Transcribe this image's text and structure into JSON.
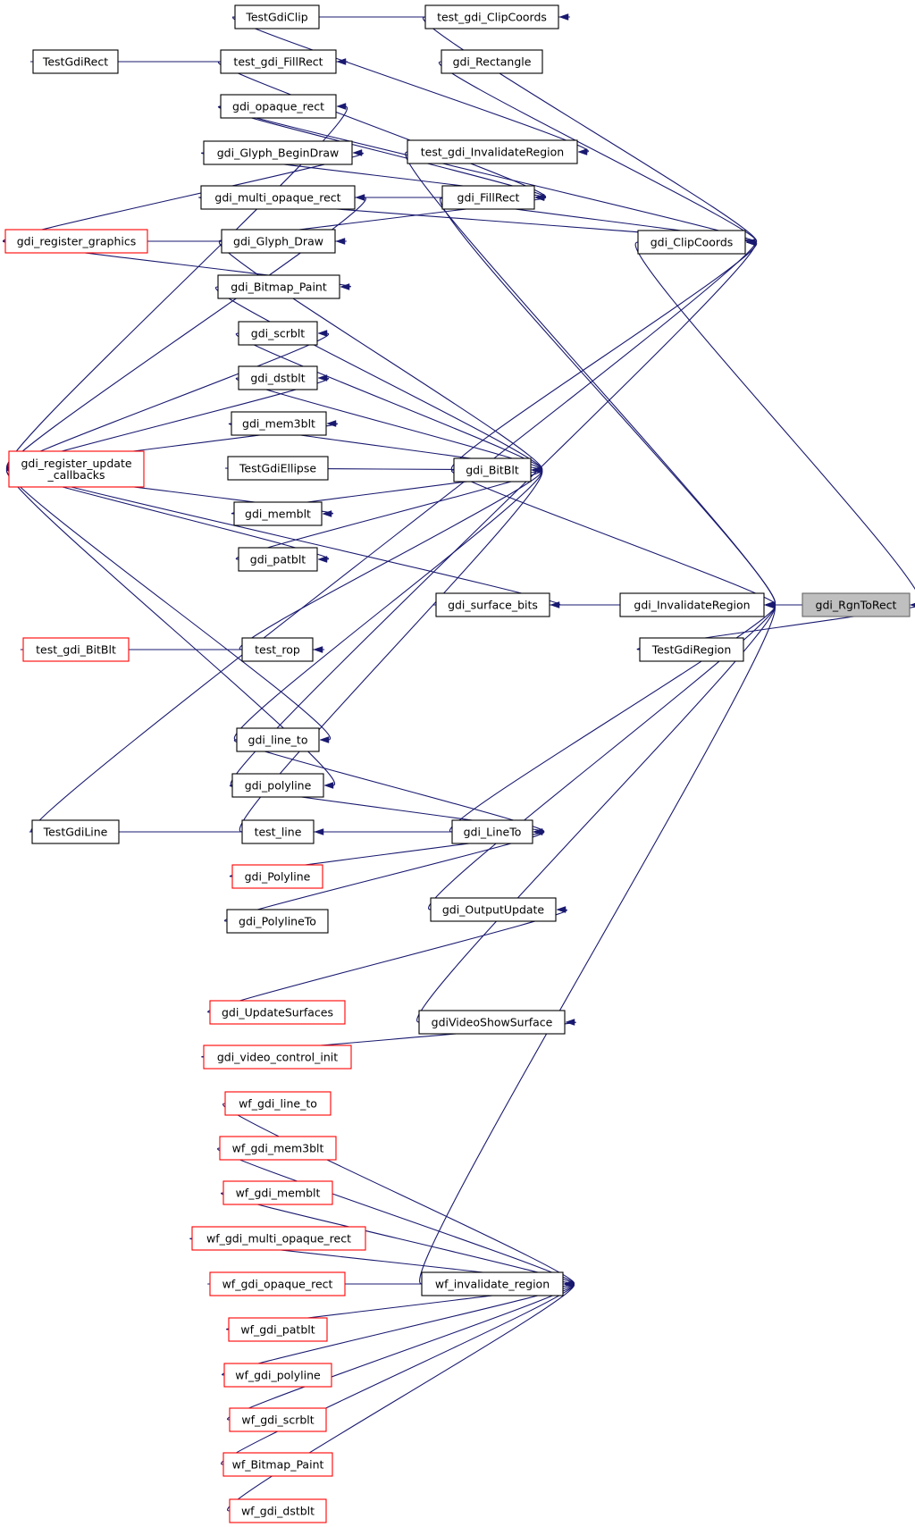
{
  "graph": {
    "title": "",
    "colors": {
      "edge": "#191970",
      "node_border": "#000000",
      "truncated_border": "#ff0000",
      "root_fill": "#bfbfbf"
    },
    "nodes": [
      {
        "id": "gdi_RgnToRect",
        "lines": [
          "gdi_RgnToRect"
        ],
        "style": "root"
      },
      {
        "id": "gdi_InvalidateRegion",
        "lines": [
          "gdi_InvalidateRegion"
        ],
        "style": "normal"
      },
      {
        "id": "TestGdiRegion",
        "lines": [
          "TestGdiRegion"
        ],
        "style": "normal"
      },
      {
        "id": "gdi_ClipCoords",
        "lines": [
          "gdi_ClipCoords"
        ],
        "style": "normal"
      },
      {
        "id": "gdi_FillRect",
        "lines": [
          "gdi_FillRect"
        ],
        "style": "normal"
      },
      {
        "id": "gdi_BitBlt",
        "lines": [
          "gdi_BitBlt"
        ],
        "style": "normal"
      },
      {
        "id": "gdi_surface_bits",
        "lines": [
          "gdi_surface_bits"
        ],
        "style": "normal"
      },
      {
        "id": "gdi_LineTo",
        "lines": [
          "gdi_LineTo"
        ],
        "style": "normal"
      },
      {
        "id": "gdi_OutputUpdate",
        "lines": [
          "gdi_OutputUpdate"
        ],
        "style": "normal"
      },
      {
        "id": "gdiVideoShowSurface",
        "lines": [
          "gdiVideoShowSurface"
        ],
        "style": "normal"
      },
      {
        "id": "wf_invalidate_region",
        "lines": [
          "wf_invalidate_region"
        ],
        "style": "normal"
      },
      {
        "id": "TestGdiClip",
        "lines": [
          "TestGdiClip"
        ],
        "style": "normal"
      },
      {
        "id": "test_gdi_ClipCoords",
        "lines": [
          "test_gdi_ClipCoords"
        ],
        "style": "normal"
      },
      {
        "id": "TestGdiRect",
        "lines": [
          "TestGdiRect"
        ],
        "style": "normal"
      },
      {
        "id": "test_gdi_FillRect",
        "lines": [
          "test_gdi_FillRect"
        ],
        "style": "normal"
      },
      {
        "id": "gdi_Rectangle",
        "lines": [
          "gdi_Rectangle"
        ],
        "style": "normal"
      },
      {
        "id": "gdi_opaque_rect",
        "lines": [
          "gdi_opaque_rect"
        ],
        "style": "normal"
      },
      {
        "id": "test_gdi_InvalidateRegion",
        "lines": [
          "test_gdi_InvalidateRegion"
        ],
        "style": "normal"
      },
      {
        "id": "gdi_Glyph_BeginDraw",
        "lines": [
          "gdi_Glyph_BeginDraw"
        ],
        "style": "normal"
      },
      {
        "id": "gdi_multi_opaque_rect",
        "lines": [
          "gdi_multi_opaque_rect"
        ],
        "style": "normal"
      },
      {
        "id": "gdi_register_graphics",
        "lines": [
          "gdi_register_graphics"
        ],
        "style": "truncated"
      },
      {
        "id": "gdi_Glyph_Draw",
        "lines": [
          "gdi_Glyph_Draw"
        ],
        "style": "normal"
      },
      {
        "id": "gdi_Bitmap_Paint",
        "lines": [
          "gdi_Bitmap_Paint"
        ],
        "style": "normal"
      },
      {
        "id": "gdi_scrblt",
        "lines": [
          "gdi_scrblt"
        ],
        "style": "normal"
      },
      {
        "id": "gdi_dstblt",
        "lines": [
          "gdi_dstblt"
        ],
        "style": "normal"
      },
      {
        "id": "gdi_mem3blt",
        "lines": [
          "gdi_mem3blt"
        ],
        "style": "normal"
      },
      {
        "id": "gdi_register_update_callbacks",
        "lines": [
          "gdi_register_update",
          "_callbacks"
        ],
        "style": "truncated"
      },
      {
        "id": "TestGdiEllipse",
        "lines": [
          "TestGdiEllipse"
        ],
        "style": "normal"
      },
      {
        "id": "gdi_memblt",
        "lines": [
          "gdi_memblt"
        ],
        "style": "normal"
      },
      {
        "id": "gdi_patblt",
        "lines": [
          "gdi_patblt"
        ],
        "style": "normal"
      },
      {
        "id": "test_gdi_BitBlt",
        "lines": [
          "test_gdi_BitBlt"
        ],
        "style": "truncated"
      },
      {
        "id": "test_rop",
        "lines": [
          "test_rop"
        ],
        "style": "normal"
      },
      {
        "id": "gdi_line_to",
        "lines": [
          "gdi_line_to"
        ],
        "style": "normal"
      },
      {
        "id": "gdi_polyline",
        "lines": [
          "gdi_polyline"
        ],
        "style": "normal"
      },
      {
        "id": "TestGdiLine",
        "lines": [
          "TestGdiLine"
        ],
        "style": "normal"
      },
      {
        "id": "test_line",
        "lines": [
          "test_line"
        ],
        "style": "normal"
      },
      {
        "id": "gdi_Polyline",
        "lines": [
          "gdi_Polyline"
        ],
        "style": "truncated"
      },
      {
        "id": "gdi_PolylineTo",
        "lines": [
          "gdi_PolylineTo"
        ],
        "style": "normal"
      },
      {
        "id": "gdi_UpdateSurfaces",
        "lines": [
          "gdi_UpdateSurfaces"
        ],
        "style": "truncated"
      },
      {
        "id": "gdi_video_control_init",
        "lines": [
          "gdi_video_control_init"
        ],
        "style": "truncated"
      },
      {
        "id": "wf_gdi_line_to",
        "lines": [
          "wf_gdi_line_to"
        ],
        "style": "truncated"
      },
      {
        "id": "wf_gdi_mem3blt",
        "lines": [
          "wf_gdi_mem3blt"
        ],
        "style": "truncated"
      },
      {
        "id": "wf_gdi_memblt",
        "lines": [
          "wf_gdi_memblt"
        ],
        "style": "truncated"
      },
      {
        "id": "wf_gdi_multi_opaque_rect",
        "lines": [
          "wf_gdi_multi_opaque_rect"
        ],
        "style": "truncated"
      },
      {
        "id": "wf_gdi_opaque_rect",
        "lines": [
          "wf_gdi_opaque_rect"
        ],
        "style": "truncated"
      },
      {
        "id": "wf_gdi_patblt",
        "lines": [
          "wf_gdi_patblt"
        ],
        "style": "truncated"
      },
      {
        "id": "wf_gdi_polyline",
        "lines": [
          "wf_gdi_polyline"
        ],
        "style": "truncated"
      },
      {
        "id": "wf_gdi_scrblt",
        "lines": [
          "wf_gdi_scrblt"
        ],
        "style": "truncated"
      },
      {
        "id": "wf_Bitmap_Paint",
        "lines": [
          "wf_Bitmap_Paint"
        ],
        "style": "truncated"
      },
      {
        "id": "wf_gdi_dstblt",
        "lines": [
          "wf_gdi_dstblt"
        ],
        "style": "truncated"
      }
    ],
    "edges": [
      {
        "from": "gdi_InvalidateRegion",
        "to": "gdi_RgnToRect"
      },
      {
        "from": "TestGdiRegion",
        "to": "gdi_RgnToRect"
      },
      {
        "from": "gdi_ClipCoords",
        "to": "gdi_RgnToRect"
      },
      {
        "from": "gdi_BitBlt",
        "to": "gdi_InvalidateRegion"
      },
      {
        "from": "gdi_FillRect",
        "to": "gdi_InvalidateRegion"
      },
      {
        "from": "gdi_LineTo",
        "to": "gdi_InvalidateRegion"
      },
      {
        "from": "gdi_OutputUpdate",
        "to": "gdi_InvalidateRegion"
      },
      {
        "from": "gdiVideoShowSurface",
        "to": "gdi_InvalidateRegion"
      },
      {
        "from": "wf_invalidate_region",
        "to": "gdi_InvalidateRegion"
      },
      {
        "from": "test_gdi_InvalidateRegion",
        "to": "gdi_InvalidateRegion"
      },
      {
        "from": "gdi_surface_bits",
        "to": "gdi_InvalidateRegion"
      },
      {
        "from": "gdi_FillRect",
        "to": "gdi_ClipCoords"
      },
      {
        "from": "gdi_BitBlt",
        "to": "gdi_ClipCoords"
      },
      {
        "from": "gdi_Rectangle",
        "to": "gdi_ClipCoords"
      },
      {
        "from": "test_gdi_ClipCoords",
        "to": "gdi_ClipCoords"
      },
      {
        "from": "gdi_opaque_rect",
        "to": "gdi_ClipCoords"
      },
      {
        "from": "gdi_multi_opaque_rect",
        "to": "gdi_ClipCoords"
      },
      {
        "from": "gdi_polyline",
        "to": "gdi_ClipCoords"
      },
      {
        "from": "TestGdiLine",
        "to": "gdi_ClipCoords"
      },
      {
        "from": "gdi_opaque_rect",
        "to": "gdi_FillRect"
      },
      {
        "from": "gdi_Glyph_BeginDraw",
        "to": "gdi_FillRect"
      },
      {
        "from": "gdi_multi_opaque_rect",
        "to": "gdi_FillRect"
      },
      {
        "from": "gdi_Glyph_Draw",
        "to": "gdi_FillRect"
      },
      {
        "from": "test_gdi_FillRect",
        "to": "gdi_FillRect"
      },
      {
        "from": "gdi_Bitmap_Paint",
        "to": "gdi_BitBlt"
      },
      {
        "from": "gdi_scrblt",
        "to": "gdi_BitBlt"
      },
      {
        "from": "gdi_dstblt",
        "to": "gdi_BitBlt"
      },
      {
        "from": "gdi_mem3blt",
        "to": "gdi_BitBlt"
      },
      {
        "from": "TestGdiEllipse",
        "to": "gdi_BitBlt"
      },
      {
        "from": "gdi_memblt",
        "to": "gdi_BitBlt"
      },
      {
        "from": "gdi_patblt",
        "to": "gdi_BitBlt"
      },
      {
        "from": "test_rop",
        "to": "gdi_BitBlt"
      },
      {
        "from": "gdi_line_to",
        "to": "gdi_BitBlt"
      },
      {
        "from": "test_line",
        "to": "gdi_BitBlt"
      },
      {
        "from": "gdi_Glyph_Draw",
        "to": "gdi_BitBlt"
      },
      {
        "from": "gdi_line_to",
        "to": "gdi_LineTo"
      },
      {
        "from": "gdi_polyline",
        "to": "gdi_LineTo"
      },
      {
        "from": "test_line",
        "to": "gdi_LineTo"
      },
      {
        "from": "gdi_Polyline",
        "to": "gdi_LineTo"
      },
      {
        "from": "gdi_PolylineTo",
        "to": "gdi_LineTo"
      },
      {
        "from": "TestGdiLine",
        "to": "gdi_LineTo"
      },
      {
        "from": "TestGdiClip",
        "to": "test_gdi_ClipCoords"
      },
      {
        "from": "TestGdiClip",
        "to": "test_gdi_InvalidateRegion"
      },
      {
        "from": "TestGdiRect",
        "to": "test_gdi_FillRect"
      },
      {
        "from": "gdi_register_update_callbacks",
        "to": "gdi_opaque_rect"
      },
      {
        "from": "gdi_register_update_callbacks",
        "to": "gdi_multi_opaque_rect"
      },
      {
        "from": "gdi_register_update_callbacks",
        "to": "gdi_scrblt"
      },
      {
        "from": "gdi_register_update_callbacks",
        "to": "gdi_dstblt"
      },
      {
        "from": "gdi_register_update_callbacks",
        "to": "gdi_mem3blt"
      },
      {
        "from": "gdi_register_update_callbacks",
        "to": "gdi_memblt"
      },
      {
        "from": "gdi_register_update_callbacks",
        "to": "gdi_patblt"
      },
      {
        "from": "gdi_register_update_callbacks",
        "to": "gdi_surface_bits"
      },
      {
        "from": "gdi_register_update_callbacks",
        "to": "gdi_line_to"
      },
      {
        "from": "gdi_register_update_callbacks",
        "to": "gdi_polyline"
      },
      {
        "from": "gdi_register_graphics",
        "to": "gdi_Glyph_BeginDraw"
      },
      {
        "from": "gdi_register_graphics",
        "to": "gdi_Glyph_Draw"
      },
      {
        "from": "gdi_register_graphics",
        "to": "gdi_Bitmap_Paint"
      },
      {
        "from": "test_gdi_BitBlt",
        "to": "test_rop"
      },
      {
        "from": "TestGdiLine",
        "to": "test_line"
      },
      {
        "from": "gdi_UpdateSurfaces",
        "to": "gdi_OutputUpdate"
      },
      {
        "from": "gdi_video_control_init",
        "to": "gdiVideoShowSurface"
      },
      {
        "from": "wf_gdi_line_to",
        "to": "wf_invalidate_region"
      },
      {
        "from": "wf_gdi_mem3blt",
        "to": "wf_invalidate_region"
      },
      {
        "from": "wf_gdi_memblt",
        "to": "wf_invalidate_region"
      },
      {
        "from": "wf_gdi_multi_opaque_rect",
        "to": "wf_invalidate_region"
      },
      {
        "from": "wf_gdi_opaque_rect",
        "to": "wf_invalidate_region"
      },
      {
        "from": "wf_gdi_patblt",
        "to": "wf_invalidate_region"
      },
      {
        "from": "wf_gdi_polyline",
        "to": "wf_invalidate_region"
      },
      {
        "from": "wf_gdi_scrblt",
        "to": "wf_invalidate_region"
      },
      {
        "from": "wf_Bitmap_Paint",
        "to": "wf_invalidate_region"
      },
      {
        "from": "wf_gdi_dstblt",
        "to": "wf_invalidate_region"
      }
    ]
  }
}
